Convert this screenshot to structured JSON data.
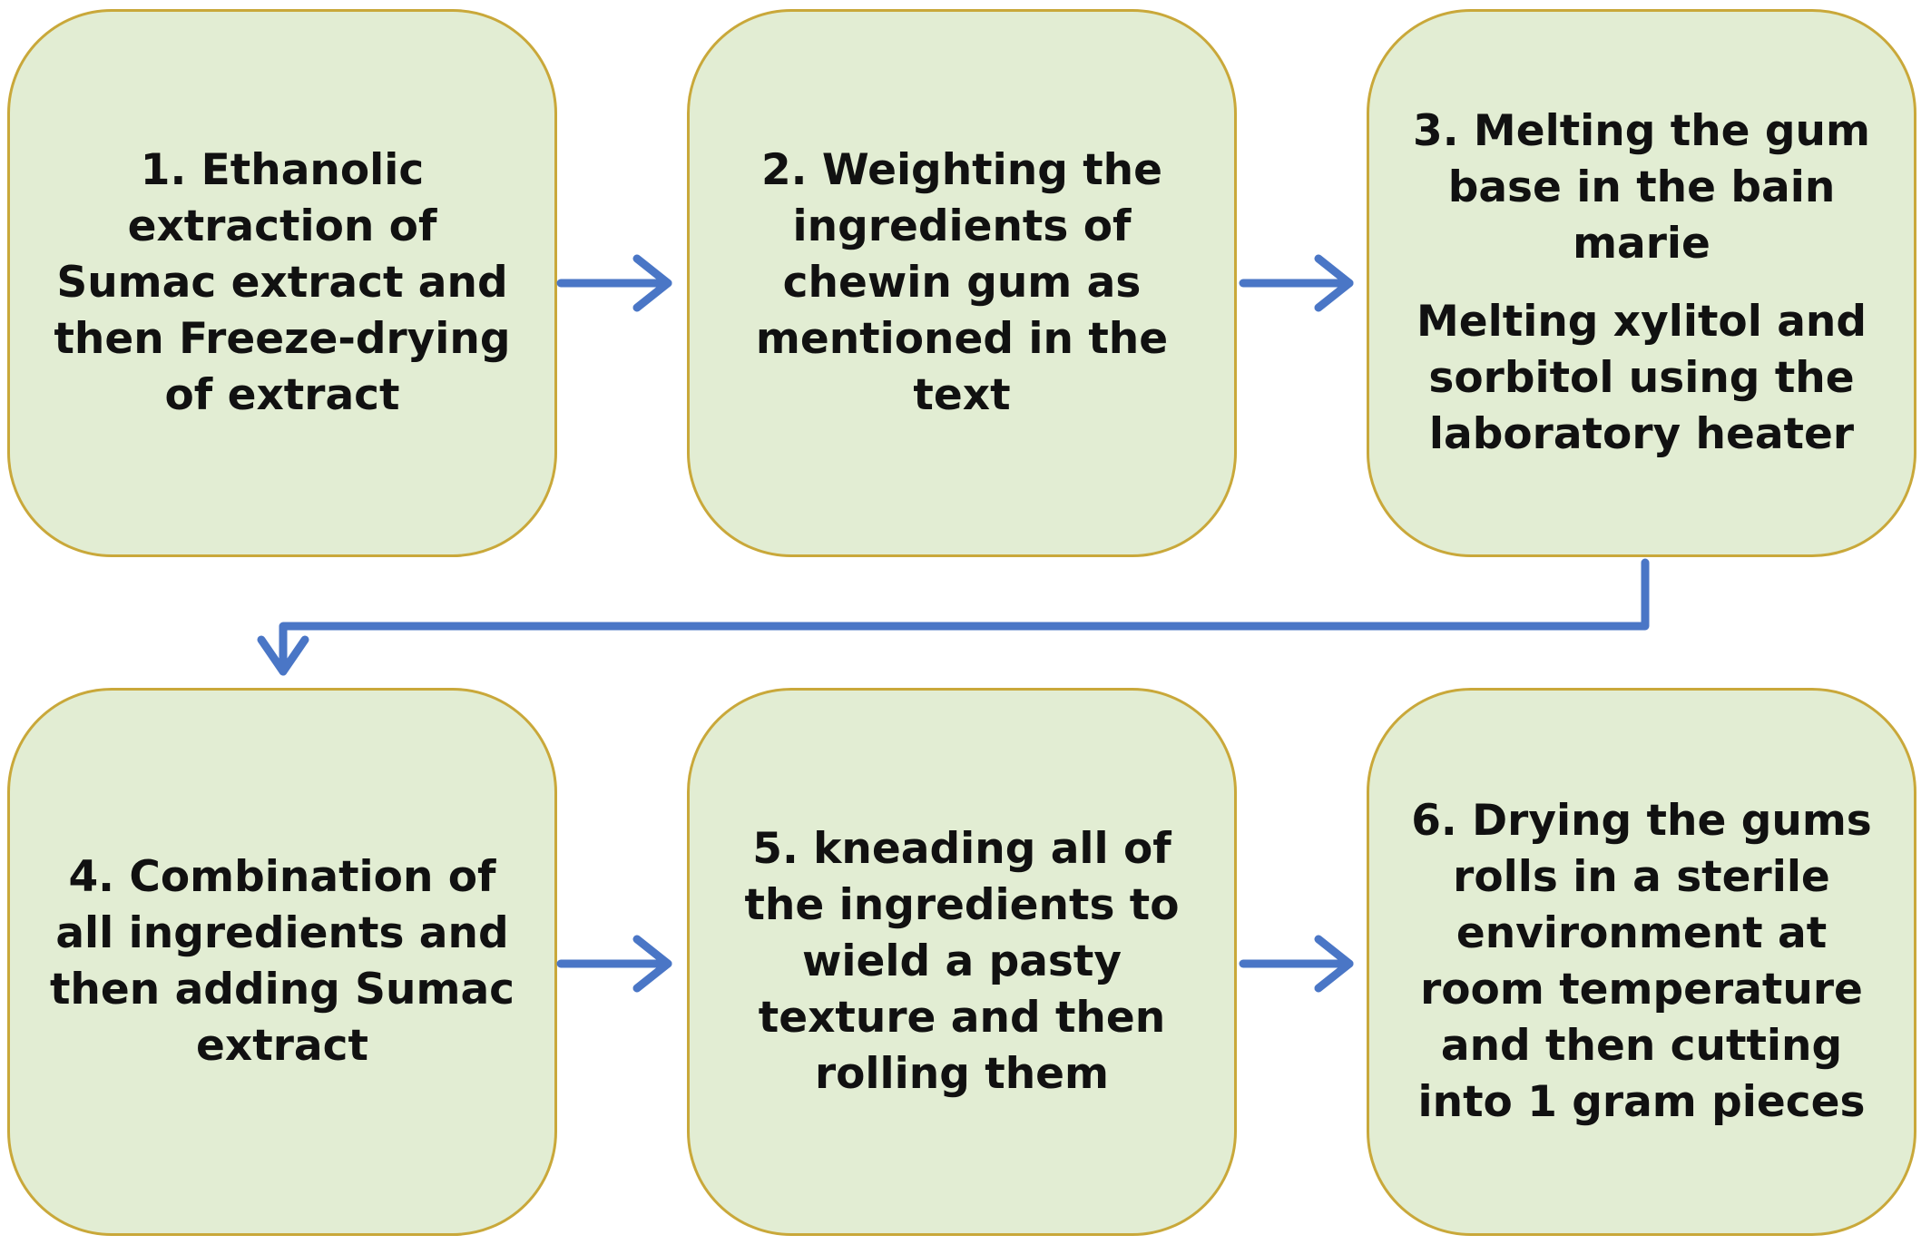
{
  "colors": {
    "box_fill": "#e2edd3",
    "box_border": "#c9a83a",
    "arrow": "#4a76c6",
    "text": "#111111"
  },
  "steps": [
    {
      "paragraphs": [
        "1. Ethanolic extraction of Sumac extract and then Freeze-drying of extract"
      ]
    },
    {
      "paragraphs": [
        "2. Weighting the ingredients of chewin gum as mentioned in the text"
      ]
    },
    {
      "paragraphs": [
        "3. Melting the gum base in the bain marie",
        "Melting xylitol and sorbitol using the laboratory heater"
      ]
    },
    {
      "paragraphs": [
        "4. Combination of all ingredients and then adding Sumac extract"
      ]
    },
    {
      "paragraphs": [
        "5. kneading all of the ingredients to wield a pasty texture and then rolling them"
      ]
    },
    {
      "paragraphs": [
        "6. Drying the gums rolls in a sterile environment at room temperature and then cutting into 1 gram pieces"
      ]
    }
  ],
  "connections": [
    {
      "from": 1,
      "to": 2
    },
    {
      "from": 2,
      "to": 3
    },
    {
      "from": 3,
      "to": 4
    },
    {
      "from": 4,
      "to": 5
    },
    {
      "from": 5,
      "to": 6
    }
  ]
}
